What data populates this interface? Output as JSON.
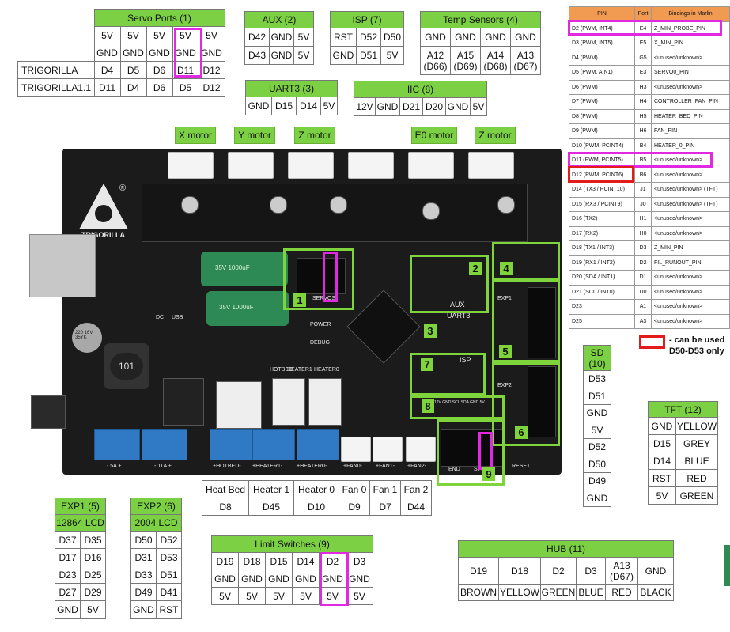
{
  "servo": {
    "title": "Servo Ports (1)",
    "rows": [
      [
        "",
        "5V",
        "5V",
        "5V",
        "5V",
        "5V"
      ],
      [
        "",
        "GND",
        "GND",
        "GND",
        "GND",
        "GND"
      ],
      [
        "TRIGORILLA",
        "D4",
        "D5",
        "D6",
        "D11",
        "D12"
      ],
      [
        "TRIGORILLA1.1",
        "D11",
        "D4",
        "D6",
        "D5",
        "D12"
      ]
    ]
  },
  "aux": {
    "title": "AUX (2)",
    "rows": [
      [
        "D42",
        "GND",
        "5V"
      ],
      [
        "D43",
        "GND",
        "5V"
      ]
    ]
  },
  "isp": {
    "title": "ISP (7)",
    "rows": [
      [
        "RST",
        "D52",
        "D50"
      ],
      [
        "GND",
        "D51",
        "5V"
      ]
    ]
  },
  "temp": {
    "title": "Temp Sensors (4)",
    "rows": [
      [
        "GND",
        "GND",
        "GND",
        "GND"
      ],
      [
        "A12\n(D66)",
        "A15\n(D69)",
        "A14\n(D68)",
        "A13\n(D67)"
      ]
    ]
  },
  "uart3": {
    "title": "UART3 (3)",
    "cells": [
      "GND",
      "D15",
      "D14",
      "5V"
    ]
  },
  "iic": {
    "title": "IIC (8)",
    "cells": [
      "12V",
      "GND",
      "D21",
      "D20",
      "GND",
      "5V"
    ]
  },
  "motors": [
    "X motor",
    "Y motor",
    "Z motor",
    "E0 motor",
    "Z motor"
  ],
  "board": {
    "brand": "TRIGORILLA",
    "reg": "®",
    "servos_silk": "SERVOS",
    "power": "POWER",
    "debug": "DEBUG",
    "hotbed": "HOTBED",
    "heater1": "HEATER1",
    "heater0": "HEATER0",
    "aux_silk": "AUX",
    "uart3_silk": "UART3",
    "isp_silk": "ISP",
    "exp1": "EXP1",
    "exp2": "EXP2",
    "reset": "RESET",
    "end": "END",
    "stop": "STOP",
    "dc": "DC",
    "usb": "USB",
    "inductor": "101",
    "cap_big": "35V 1000uF",
    "cap_small": "220 16V 35YK",
    "term_labels": [
      "- 5A +",
      "- 11A +",
      "+HOTBED-",
      "+HEATER1-",
      "+HEATER0-",
      "+FAN0-",
      "+FAN1-",
      "+FAN2-"
    ],
    "zones": [
      "1",
      "2",
      "3",
      "4",
      "5",
      "6",
      "7",
      "8",
      "9"
    ],
    "iic_silk": "12V GND SCL SDA GND 5V"
  },
  "marlin": {
    "headers": [
      "PIN",
      "Port",
      "Bindings in Marlin"
    ],
    "rows": [
      [
        "D2 (PWM, INT4)",
        "E4",
        "Z_MIN_PROBE_PIN"
      ],
      [
        "D3 (PWM, INT5)",
        "E5",
        "X_MIN_PIN"
      ],
      [
        "D4 (PWM)",
        "G5",
        "<unused/unknown>"
      ],
      [
        "D5 (PWM, AIN1)",
        "E3",
        "SERVO0_PIN"
      ],
      [
        "D6 (PWM)",
        "H3",
        "<unused/unknown>"
      ],
      [
        "D7 (PWM)",
        "H4",
        "CONTROLLER_FAN_PIN"
      ],
      [
        "D8 (PWM)",
        "H5",
        "HEATER_BED_PIN"
      ],
      [
        "D9 (PWM)",
        "H6",
        "FAN_PIN"
      ],
      [
        "D10 (PWM, PCINT4)",
        "B4",
        "HEATER_0_PIN"
      ],
      [
        "D11 (PWM, PCINT5)",
        "B5",
        "<unused/unknown>"
      ],
      [
        "D12 (PWM, PCINT6)",
        "B6",
        "<unused/unknown>"
      ],
      [
        "D14 (TX3 / PCINT10)",
        "J1",
        "<unused/unknown> (TFT)"
      ],
      [
        "D15 (RX3 / PCINT9)",
        "J0",
        "<unused/unknown> (TFT)"
      ],
      [
        "D16 (TX2)",
        "H1",
        "<unused/unknown>"
      ],
      [
        "D17 (RX2)",
        "H0",
        "<unused/unknown>"
      ],
      [
        "D18 (TX1 / INT3)",
        "D3",
        "Z_MIN_PIN"
      ],
      [
        "D19 (RX1 / INT2)",
        "D2",
        "FIL_RUNOUT_PIN"
      ],
      [
        "D20 (SDA / INT1)",
        "D1",
        "<unused/unknown>"
      ],
      [
        "D21 (SCL / INT0)",
        "D0",
        "<unused/unknown>"
      ],
      [
        "D23",
        "A1",
        "<unused/unknown>"
      ],
      [
        "D25",
        "A3",
        "<unused/unknown>"
      ]
    ]
  },
  "legend": {
    "line1": "- can be used",
    "line2": "D50-D53 only"
  },
  "sd": {
    "title": "SD\n(10)",
    "cells": [
      "D53",
      "D51",
      "GND",
      "5V",
      "D52",
      "D50",
      "D49",
      "GND"
    ]
  },
  "tft": {
    "title": "TFT (12)",
    "rows": [
      [
        "GND",
        "YELLOW"
      ],
      [
        "D15",
        "GREY"
      ],
      [
        "D14",
        "BLUE"
      ],
      [
        "RST",
        "RED"
      ],
      [
        "5V",
        "GREEN"
      ]
    ]
  },
  "heat": {
    "headers": [
      "Heat Bed",
      "Heater 1",
      "Heater 0",
      "Fan 0",
      "Fan 1",
      "Fan 2"
    ],
    "values": [
      "D8",
      "D45",
      "D10",
      "D9",
      "D7",
      "D44"
    ]
  },
  "exp1": {
    "title": "EXP1 (5)",
    "sub": "12864 LCD",
    "rows": [
      [
        "D37",
        "D35"
      ],
      [
        "D17",
        "D16"
      ],
      [
        "D23",
        "D25"
      ],
      [
        "D27",
        "D29"
      ],
      [
        "GND",
        "5V"
      ]
    ]
  },
  "exp2": {
    "title": "EXP2 (6)",
    "sub": "2004 LCD",
    "rows": [
      [
        "D50",
        "D52"
      ],
      [
        "D31",
        "D53"
      ],
      [
        "D33",
        "D51"
      ],
      [
        "D49",
        "D41"
      ],
      [
        "GND",
        "RST"
      ]
    ]
  },
  "limit": {
    "title": "Limit Switches (9)",
    "rows": [
      [
        "D19",
        "D18",
        "D15",
        "D14",
        "D2",
        "D3"
      ],
      [
        "GND",
        "GND",
        "GND",
        "GND",
        "GND",
        "GND"
      ],
      [
        "5V",
        "5V",
        "5V",
        "5V",
        "5V",
        "5V"
      ]
    ]
  },
  "hub": {
    "title": "HUB (11)",
    "pins": [
      "D19",
      "D18",
      "D2",
      "D3",
      "A13\n(D67)",
      "GND"
    ],
    "colors": [
      "BROWN",
      "YELLOW",
      "GREEN",
      "BLUE",
      "RED",
      "BLACK"
    ]
  }
}
